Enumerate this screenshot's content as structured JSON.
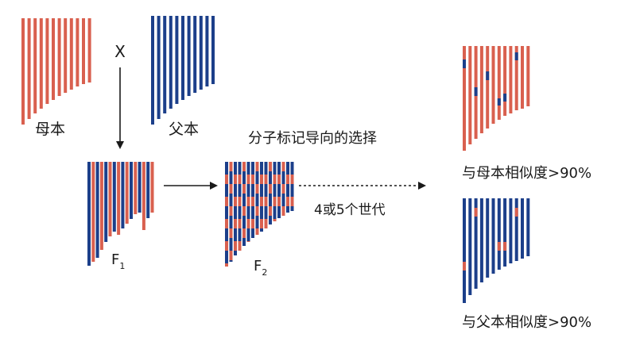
{
  "colors": {
    "maternal": "#d9604f",
    "paternal": "#1c3f8a",
    "ink": "#1a1a1a",
    "background": "#ffffff"
  },
  "labels": {
    "cross": "X",
    "mother": "母本",
    "father": "父本",
    "f1_letter": "F",
    "f1_sub": "1",
    "f2_letter": "F",
    "f2_sub": "2",
    "selection": "分子标记导向的选择",
    "generations": "4或5个世代",
    "similar_mother": "与母本相似度>90%",
    "similar_father": "与父本相似度>90%"
  }
}
